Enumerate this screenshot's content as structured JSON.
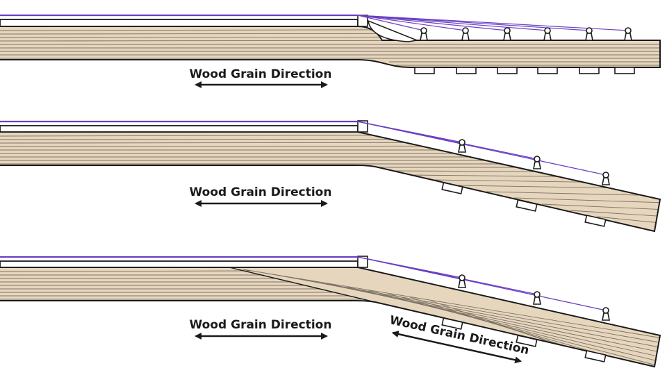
{
  "panels": [
    {
      "id": "flat-headstock",
      "label": "Wood Grain Direction"
    },
    {
      "id": "angled-one-piece",
      "label": "Wood Grain Direction"
    },
    {
      "id": "scarf-joint",
      "label": "Wood Grain Direction",
      "headstock_label": "Wood Grain Direction"
    }
  ],
  "colors": {
    "wood": "#e6d6be",
    "grain": "#5a5046",
    "outline": "#1a1a1a",
    "string": "#6a3fc4",
    "fretboard": "#ffffff",
    "text": "#1a1a1a"
  }
}
